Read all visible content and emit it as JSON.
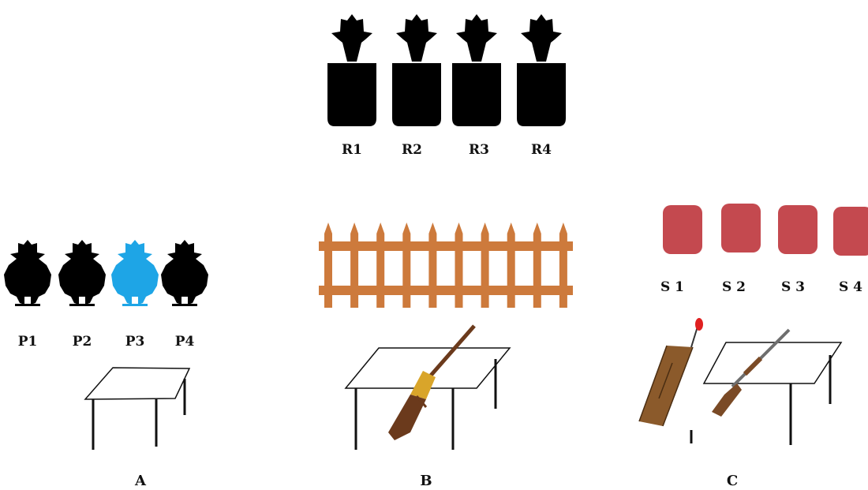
{
  "rifle_targets": [
    "R1",
    "R2",
    "R3",
    "R4"
  ],
  "pistol_targets": [
    "P1",
    "P2",
    "P3",
    "P4"
  ],
  "pistol_highlight_index": 2,
  "shotgun_targets": [
    "S 1",
    "S 2",
    "S 3",
    "S 4"
  ],
  "stations": [
    "A",
    "B",
    "C"
  ],
  "colors": {
    "silhouette": "#000000",
    "highlight": "#1ea5e6",
    "fence": "#cd7a3c",
    "shotgun_target": "#c4494f",
    "table_line": "#111111",
    "rifle_brass": "#d9a52a",
    "rifle_wood": "#6b3a1c",
    "shotgun_metal": "#6e6e6e",
    "case_wood": "#8b5a2b",
    "flag": "#e02020"
  },
  "icons": {
    "rifle_target": "cowboy-silhouette-icon",
    "pistol_target": "crouching-cowboy-icon",
    "fence": "picket-fence-icon",
    "shotgun_target": "square-knockdown-icon",
    "table": "table-icon",
    "rifle": "lever-action-rifle-icon",
    "shotgun": "shotgun-icon",
    "case": "gun-case-icon"
  }
}
